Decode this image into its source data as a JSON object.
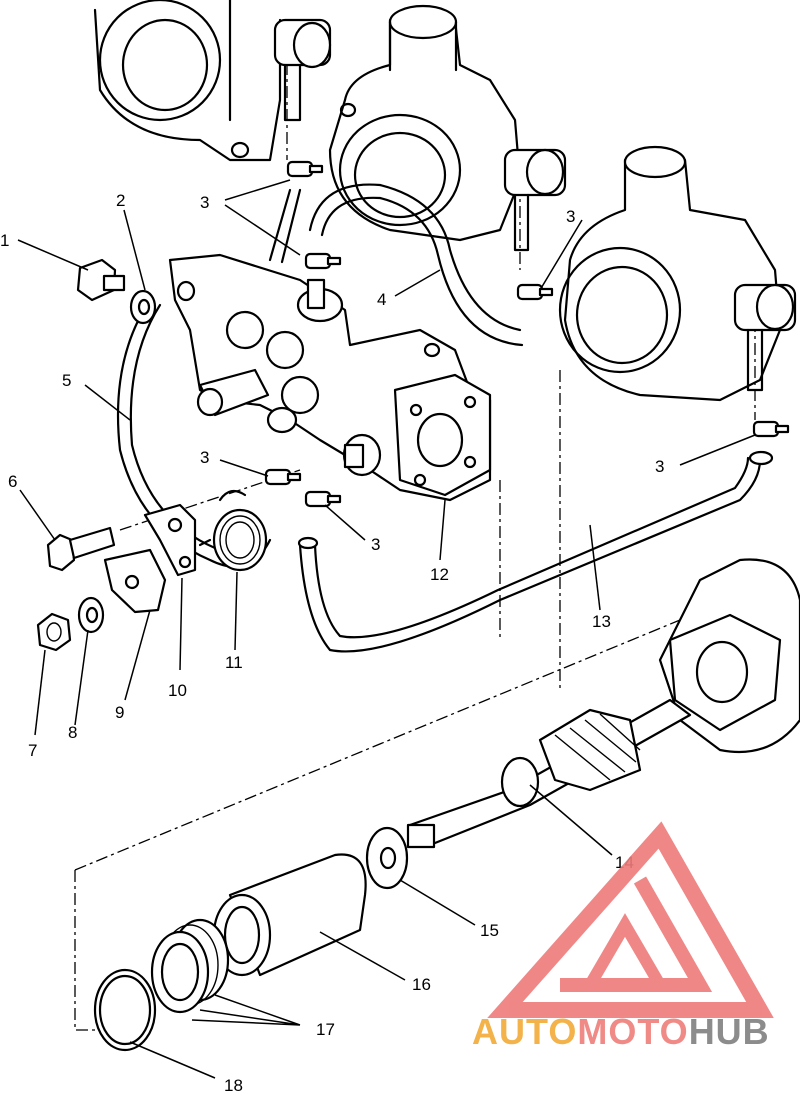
{
  "callouts": {
    "c1": "1",
    "c2": "2",
    "c3a": "3",
    "c3b": "3",
    "c3c": "3",
    "c3d": "3",
    "c3e": "3",
    "c4": "4",
    "c5": "5",
    "c6": "6",
    "c7": "7",
    "c8": "8",
    "c9": "9",
    "c10": "10",
    "c11": "11",
    "c12": "12",
    "c13": "13",
    "c14": "14",
    "c15": "15",
    "c16": "16",
    "c17": "17",
    "c18": "18"
  },
  "watermark": {
    "part1": "AUTO",
    "part2": "MOTO",
    "part3": "HUB",
    "color_primary": "#f3b24a",
    "color_secondary": "#f08a86",
    "color_tertiary": "#8c8c8c",
    "logo_color": "#ef7b7b"
  }
}
